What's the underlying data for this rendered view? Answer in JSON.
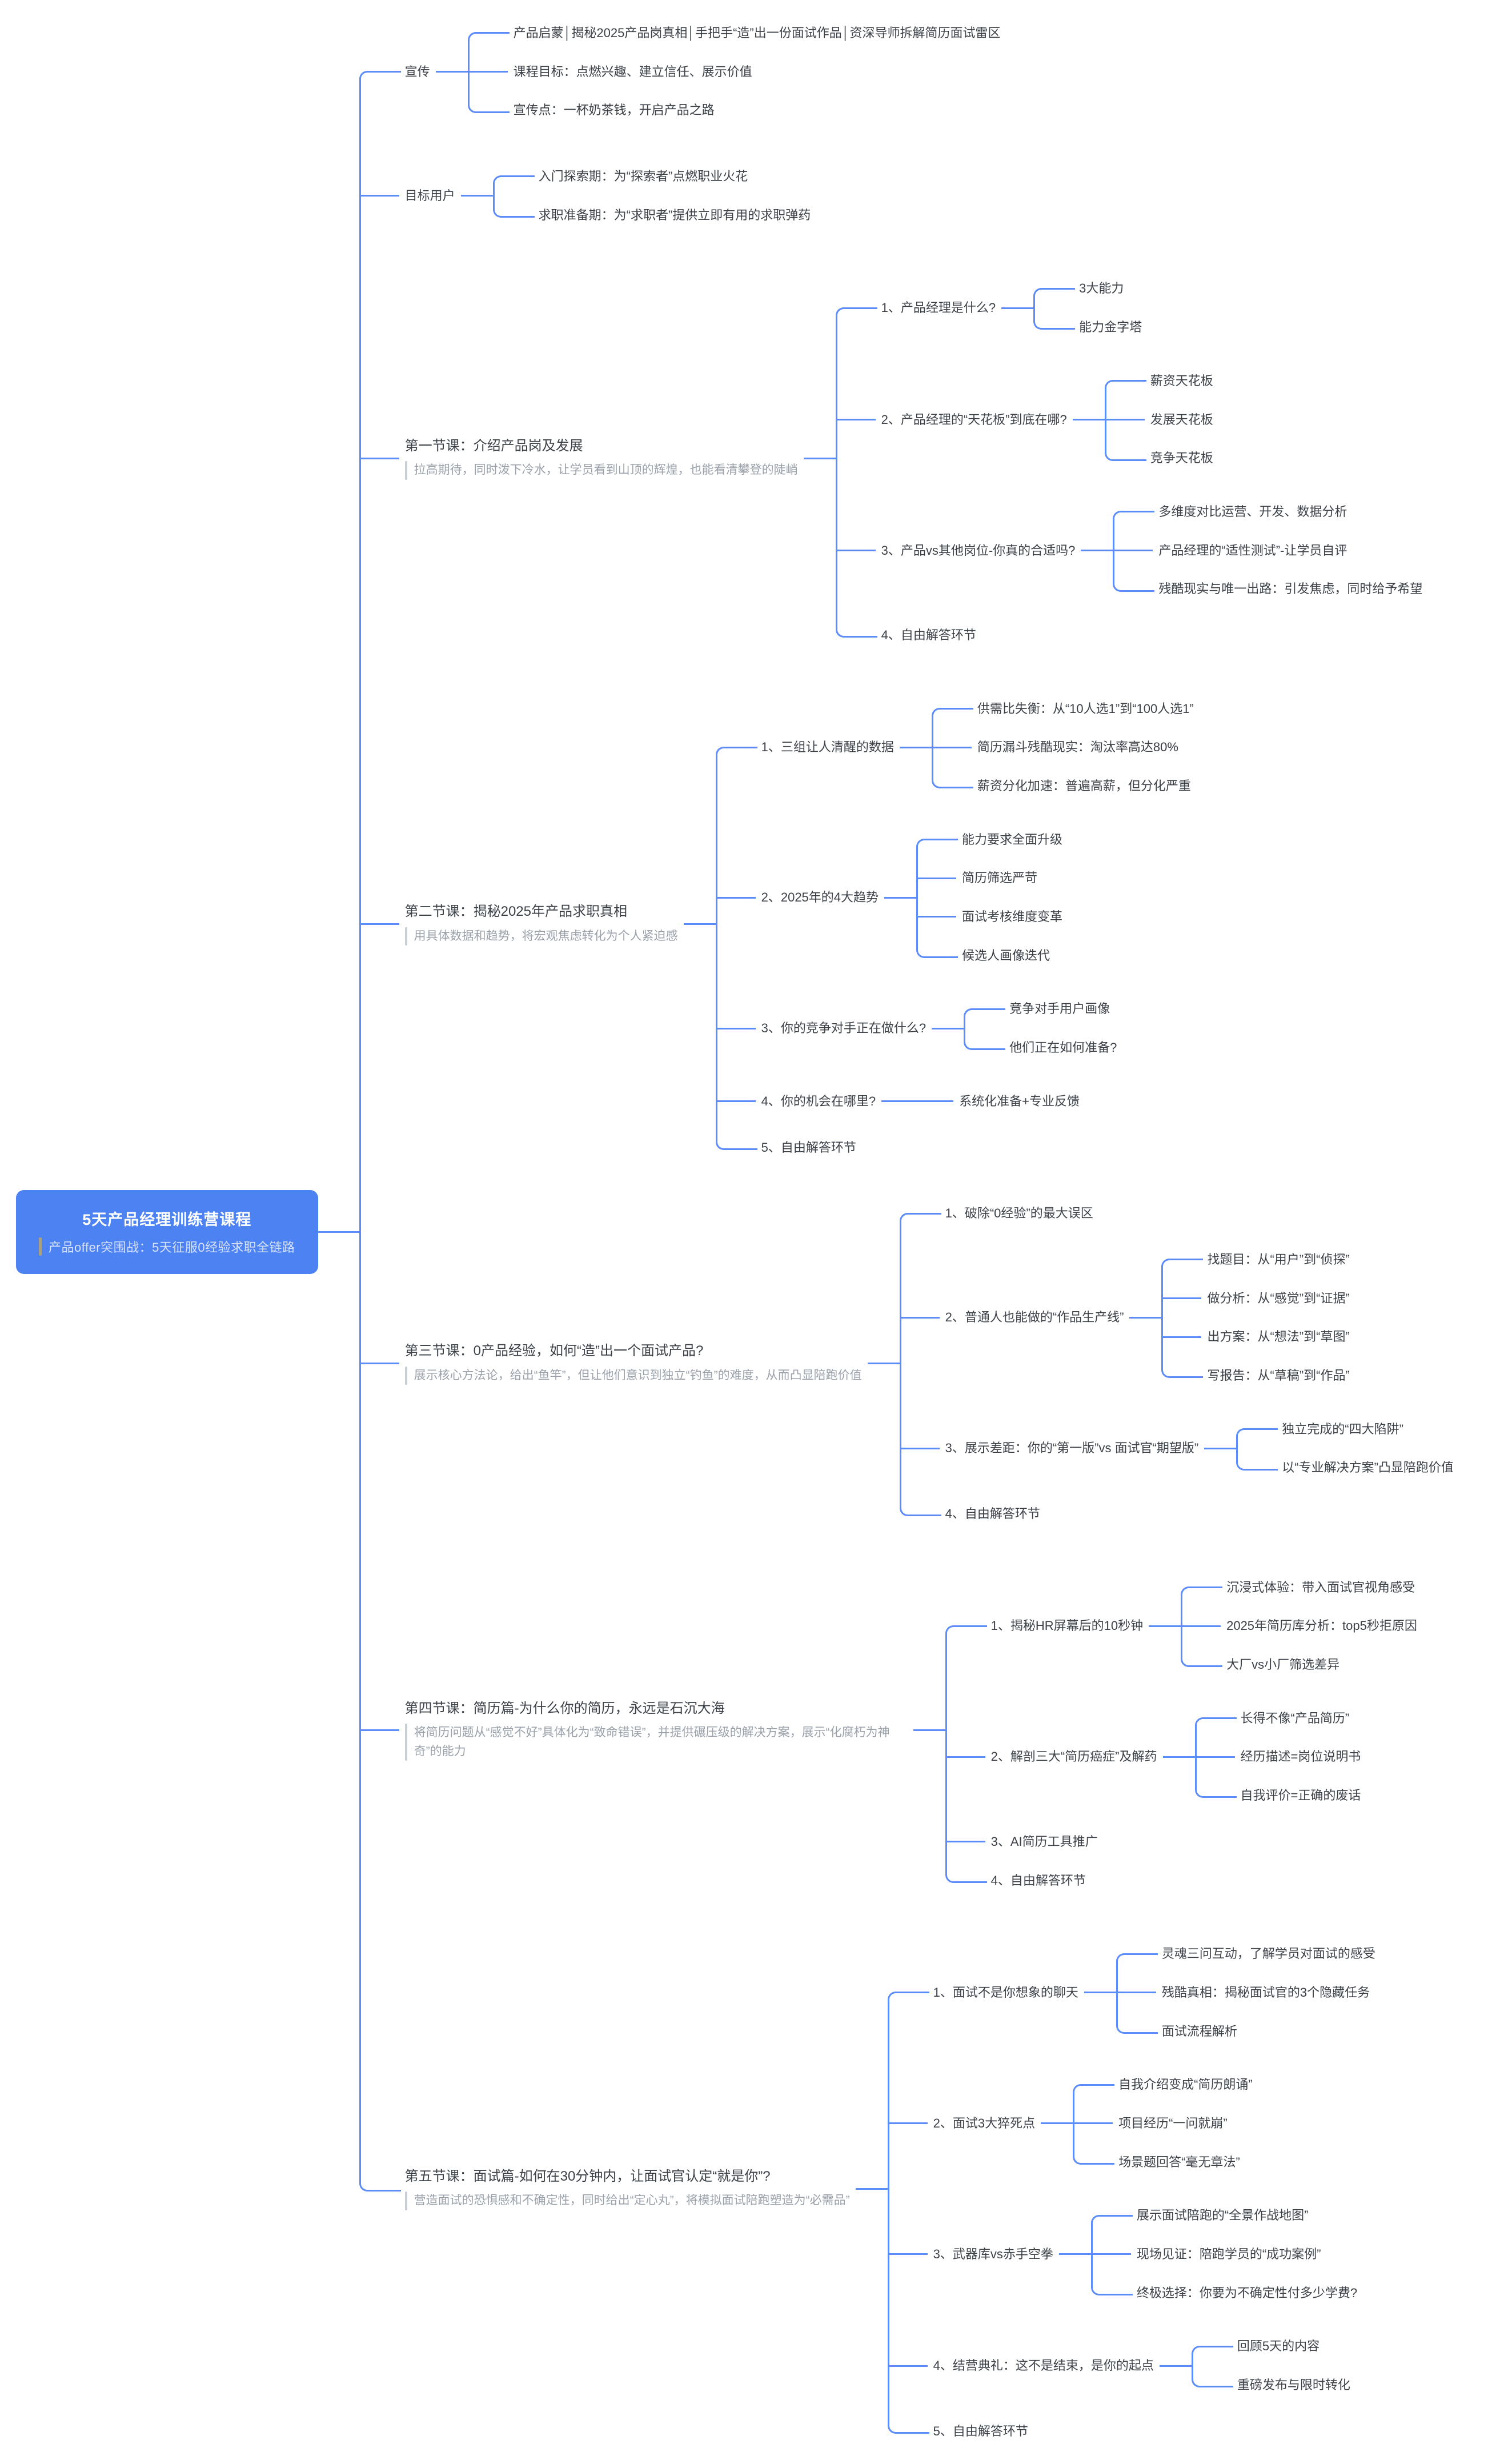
{
  "colors": {
    "line": "#5b8cfa",
    "root_bg": "#4d82f2",
    "root_title": "#ffffff",
    "root_subtitle": "#d8e2fb",
    "subtitle_bar": "#a9a184",
    "text": "#3c4148",
    "note_text": "#9ba1aa",
    "note_bar": "#c9cdd5",
    "background": "#ffffff"
  },
  "root": {
    "title": "5天产品经理训练营课程",
    "subtitle": "产品offer突围战：5天征服0经验求职全链路"
  },
  "branches": [
    {
      "label": "宣传",
      "children": [
        {
          "label": "产品启蒙│揭秘2025产品岗真相│手把手“造”出一份面试作品│资深导师拆解简历面试雷区"
        },
        {
          "label": "课程目标：点燃兴趣、建立信任、展示价值"
        },
        {
          "label": "宣传点：一杯奶茶钱，开启产品之路"
        }
      ]
    },
    {
      "label": "目标用户",
      "children": [
        {
          "label": "入门探索期：为“探索者”点燃职业火花"
        },
        {
          "label": "求职准备期：为“求职者”提供立即有用的求职弹药"
        }
      ]
    },
    {
      "label": "第一节课：介绍产品岗及发展",
      "note": "拉高期待，同时泼下冷水，让学员看到山顶的辉煌，也能看清攀登的陡峭",
      "children": [
        {
          "label": "1、产品经理是什么?",
          "children": [
            {
              "label": "3大能力"
            },
            {
              "label": "能力金字塔"
            }
          ]
        },
        {
          "label": "2、产品经理的“天花板”到底在哪?",
          "children": [
            {
              "label": "薪资天花板"
            },
            {
              "label": "发展天花板"
            },
            {
              "label": "竞争天花板"
            }
          ]
        },
        {
          "label": "3、产品vs其他岗位-你真的合适吗?",
          "children": [
            {
              "label": "多维度对比运营、开发、数据分析"
            },
            {
              "label": "产品经理的“适性测试”-让学员自评"
            },
            {
              "label": "残酷现实与唯一出路：引发焦虑，同时给予希望"
            }
          ]
        },
        {
          "label": "4、自由解答环节"
        }
      ]
    },
    {
      "label": "第二节课：揭秘2025年产品求职真相",
      "note": "用具体数据和趋势，将宏观焦虑转化为个人紧迫感",
      "children": [
        {
          "label": "1、三组让人清醒的数据",
          "children": [
            {
              "label": "供需比失衡：从“10人选1”到“100人选1”"
            },
            {
              "label": "简历漏斗残酷现实：淘汰率高达80%"
            },
            {
              "label": "薪资分化加速：普遍高薪，但分化严重"
            }
          ]
        },
        {
          "label": "2、2025年的4大趋势",
          "children": [
            {
              "label": "能力要求全面升级"
            },
            {
              "label": "简历筛选严苛"
            },
            {
              "label": "面试考核维度变革"
            },
            {
              "label": "候选人画像迭代"
            }
          ]
        },
        {
          "label": "3、你的竞争对手正在做什么?",
          "children": [
            {
              "label": "竞争对手用户画像"
            },
            {
              "label": "他们正在如何准备?"
            }
          ]
        },
        {
          "label": "4、你的机会在哪里?",
          "children": [
            {
              "label": "系统化准备+专业反馈"
            }
          ]
        },
        {
          "label": "5、自由解答环节"
        }
      ]
    },
    {
      "label": "第三节课：0产品经验，如何“造”出一个面试产品?",
      "note": "展示核心方法论，给出“鱼竿”，但让他们意识到独立“钓鱼”的难度，从而凸显陪跑价值",
      "children": [
        {
          "label": "1、破除“0经验”的最大误区"
        },
        {
          "label": "2、普通人也能做的“作品生产线”",
          "children": [
            {
              "label": "找题目：从“用户”到“侦探”"
            },
            {
              "label": "做分析：从“感觉”到“证据”"
            },
            {
              "label": "出方案：从“想法”到“草图”"
            },
            {
              "label": "写报告：从“草稿”到“作品”"
            }
          ]
        },
        {
          "label": "3、展示差距：你的“第一版”vs 面试官“期望版”",
          "children": [
            {
              "label": "独立完成的“四大陷阱”"
            },
            {
              "label": "以“专业解决方案”凸显陪跑价值"
            }
          ]
        },
        {
          "label": "4、自由解答环节"
        }
      ]
    },
    {
      "label": "第四节课：简历篇-为什么你的简历，永远是石沉大海",
      "note": "将简历问题从“感觉不好”具体化为“致命错误”，并提供碾压级的解决方案，展示“化腐朽为神奇”的能力",
      "children": [
        {
          "label": "1、揭秘HR屏幕后的10秒钟",
          "children": [
            {
              "label": "沉浸式体验：带入面试官视角感受"
            },
            {
              "label": "2025年简历库分析：top5秒拒原因"
            },
            {
              "label": "大厂vs小厂筛选差异"
            }
          ]
        },
        {
          "label": "2、解剖三大“简历癌症”及解药",
          "children": [
            {
              "label": "长得不像“产品简历”"
            },
            {
              "label": "经历描述=岗位说明书"
            },
            {
              "label": "自我评价=正确的废话"
            }
          ]
        },
        {
          "label": "3、AI简历工具推广"
        },
        {
          "label": "4、自由解答环节"
        }
      ]
    },
    {
      "label": "第五节课：面试篇-如何在30分钟内，让面试官认定“就是你”?",
      "note": "营造面试的恐惧感和不确定性，同时给出“定心丸”，将模拟面试陪跑塑造为“必需品”",
      "children": [
        {
          "label": "1、面试不是你想象的聊天",
          "children": [
            {
              "label": "灵魂三问互动，了解学员对面试的感受"
            },
            {
              "label": "残酷真相：揭秘面试官的3个隐藏任务"
            },
            {
              "label": "面试流程解析"
            }
          ]
        },
        {
          "label": "2、面试3大猝死点",
          "children": [
            {
              "label": "自我介绍变成“简历朗诵”"
            },
            {
              "label": "项目经历“一问就崩”"
            },
            {
              "label": "场景题回答“毫无章法”"
            }
          ]
        },
        {
          "label": "3、武器库vs赤手空拳",
          "children": [
            {
              "label": "展示面试陪跑的“全景作战地图”"
            },
            {
              "label": "现场见证：陪跑学员的“成功案例”"
            },
            {
              "label": "终极选择：你要为不确定性付多少学费?"
            }
          ]
        },
        {
          "label": "4、结营典礼：这不是结束，是你的起点",
          "children": [
            {
              "label": "回顾5天的内容"
            },
            {
              "label": "重磅发布与限时转化"
            }
          ]
        },
        {
          "label": "5、自由解答环节"
        }
      ]
    }
  ]
}
